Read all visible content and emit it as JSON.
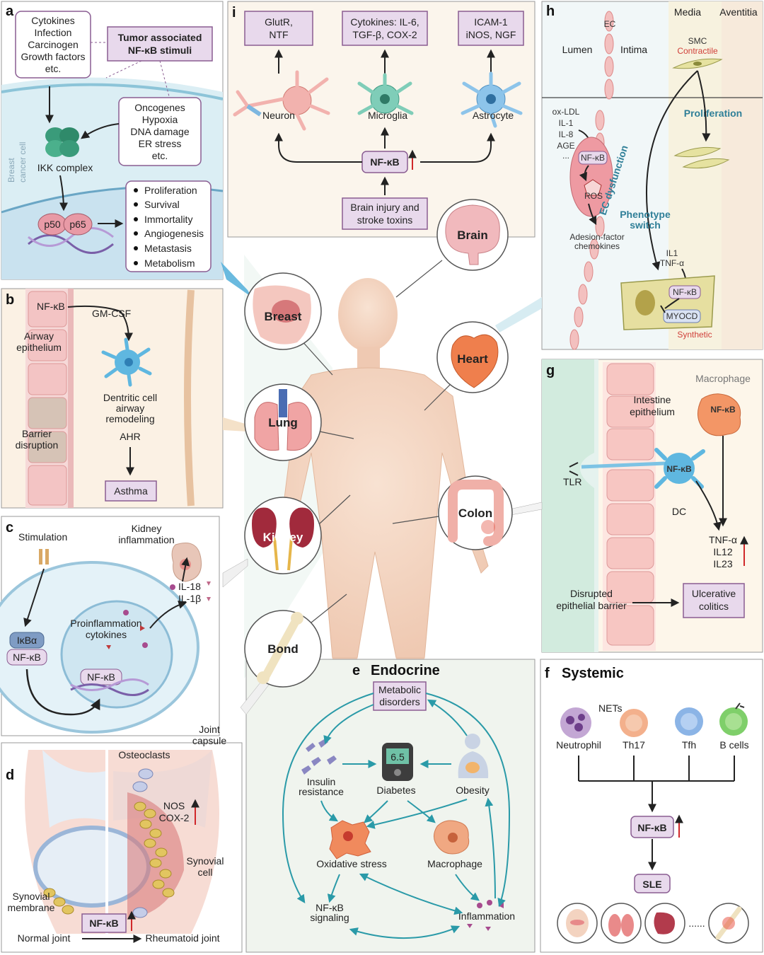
{
  "panels": {
    "a": {
      "letter": "a",
      "stimuli_list": [
        "Cytokines",
        "Infection",
        "Carcinogen",
        "Growth factors",
        "etc."
      ],
      "stimuli_title": [
        "Tumor associated",
        "NF-κB stimuli"
      ],
      "stress_list": [
        "Oncogenes",
        "Hypoxia",
        "DNA damage",
        "ER stress",
        "etc."
      ],
      "cell_label": [
        "Breast",
        "cancer cell"
      ],
      "ikk_label": "IKK complex",
      "p50": "p50",
      "p65": "p65",
      "outcomes": [
        "Proliferation",
        "Survival",
        "Immortality",
        "Angiogenesis",
        "Metastasis",
        "Metabolism"
      ]
    },
    "b": {
      "letter": "b",
      "nfkb": "NF-κB",
      "gmcsf": "GM-CSF",
      "airway": [
        "Airway",
        "epithelium"
      ],
      "dc": [
        "Dentritic cell",
        "airway",
        "remodeling"
      ],
      "barrier": [
        "Barrier",
        "disruption"
      ],
      "ahr": "AHR",
      "asthma": "Asthma"
    },
    "c": {
      "letter": "c",
      "stimulation": "Stimulation",
      "kidney": [
        "Kidney",
        "inflammation"
      ],
      "il18": "IL-18",
      "il1b": "IL-1β",
      "proinf": [
        "Proinflammation",
        "cytokines"
      ],
      "ikba": "IκBα",
      "nfkb": "NF-κB"
    },
    "d": {
      "letter": "d",
      "capsule": [
        "Joint",
        "capsule"
      ],
      "osteoclasts": "Osteoclasts",
      "nos": "NOS",
      "cox2": "COX-2",
      "synovial_cell": [
        "Synovial",
        "cell"
      ],
      "synovial_membrane": [
        "Synovial",
        "membrane"
      ],
      "nfkb": "NF-κB",
      "normal": "Normal joint",
      "rheumatoid": "Rheumatoid joint"
    },
    "e": {
      "letter": "e",
      "title": "Endocrine",
      "metabolic": [
        "Metabolic",
        "disorders"
      ],
      "insulin": [
        "Insulin",
        "resistance"
      ],
      "diabetes": "Diabetes",
      "glucose": "6.5",
      "obesity": "Obesity",
      "oxidative": "Oxidative stress",
      "macrophage": "Macrophage",
      "nfkb_signaling": [
        "NF-κB",
        "signaling"
      ],
      "inflammation": "Inflammation"
    },
    "f": {
      "letter": "f",
      "title": "Systemic",
      "nets": "NETs",
      "cells": [
        "Neutrophil",
        "Th17",
        "Tfh",
        "B cells"
      ],
      "nfkb": "NF-κB",
      "sle": "SLE",
      "dots": "......"
    },
    "g": {
      "letter": "g",
      "macrophage": "Macrophage",
      "intestine": [
        "Intestine",
        "epithelium"
      ],
      "nfkb": "NF-κB",
      "tlr": "TLR",
      "dc": "DC",
      "cytokines": [
        "TNF-α",
        "IL12",
        "IL23"
      ],
      "barrier": [
        "Disrupted",
        "epithelial barrier"
      ],
      "colitis": [
        "Ulcerative",
        "colitics"
      ]
    },
    "h": {
      "letter": "h",
      "media": "Media",
      "adventitia": "Aventitia",
      "ec": "EC",
      "lumen": "Lumen",
      "intima": "Intima",
      "smc": "SMC",
      "contractile": "Contractile",
      "stimuli": [
        "ox-LDL",
        "IL-1",
        "IL-8",
        "AGE",
        "..."
      ],
      "nfkb": "NF-κB",
      "ros": "ROS",
      "dysfunction": "EC dysfunction",
      "proliferation": "Proliferation",
      "adhesion": [
        "Adesion-factor",
        "chemokines"
      ],
      "switch": [
        "Phenotype",
        "switch"
      ],
      "il1": "IL1",
      "tnfa": "TNF-α",
      "myocd": "MYOCD",
      "synthetic": "Synthetic"
    },
    "i": {
      "letter": "i",
      "out_neuron": [
        "GlutR,",
        "NTF"
      ],
      "out_microglia": [
        "Cytokines: IL-6,",
        "TGF-β, COX-2"
      ],
      "out_astrocyte": [
        "ICAM-1",
        "iNOS, NGF"
      ],
      "neuron": "Neuron",
      "microglia": "Microglia",
      "astrocyte": "Astrocyte",
      "nfkb": "NF-κB",
      "injury": [
        "Brain injury and",
        "stroke toxins"
      ]
    }
  },
  "organs": {
    "brain": "Brain",
    "breast": "Breast",
    "heart": "Heart",
    "lung": "Lung",
    "kidney": "Kidney",
    "colon": "Colon",
    "bond": "Bond"
  }
}
